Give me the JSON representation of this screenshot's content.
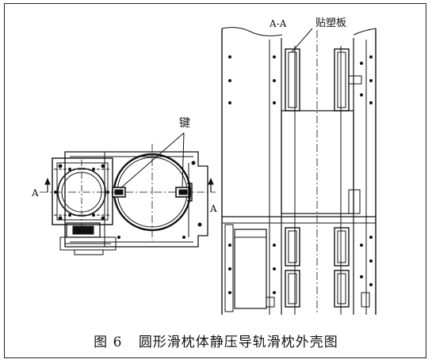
{
  "figure": {
    "caption_number": "图 6",
    "caption_title": "圆形滑枕体静压导轨滑枕外壳图"
  },
  "labels": {
    "key": "键",
    "section_left": "A",
    "section_right": "A",
    "section_view": "A-A",
    "plastic_plate": "贴塑板"
  }
}
